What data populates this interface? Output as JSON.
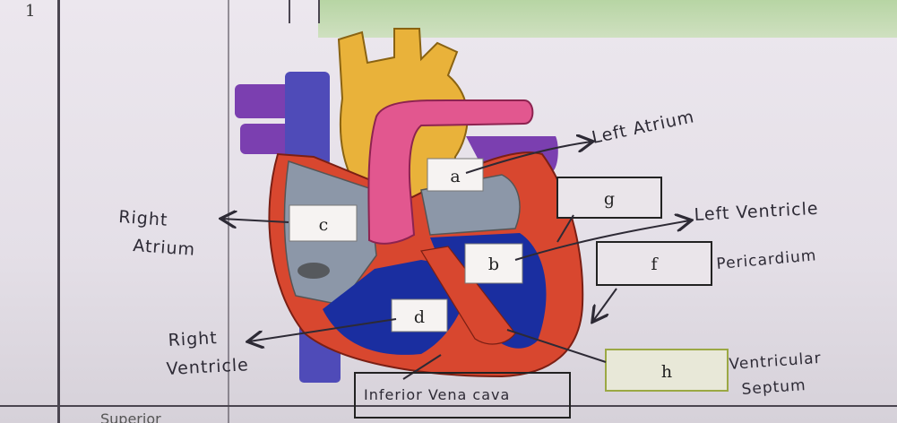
{
  "row_number": "1",
  "bottom_partial_text": "Superior",
  "box_labels": {
    "a": "a",
    "b": "b",
    "c": "c",
    "d": "d",
    "f": "f",
    "g": "g",
    "h": "h"
  },
  "annotations": {
    "left_atrium": "Left Atrium",
    "left_ventricle": "Left Ventricle",
    "pericardium": "Pericardium",
    "right_atrium_1": "Right",
    "right_atrium_2": "Atrium",
    "right_ventricle_1": "Right",
    "right_ventricle_2": "Ventricle",
    "inferior_vena_cava": "Inferior Vena cava",
    "ventricular_septum_1": "Ventricular",
    "ventricular_septum_2": "Septum"
  },
  "colors": {
    "aorta": "#e9b23a",
    "pulmonary_artery": "#e2578f",
    "vena_cava": "#4f4bb8",
    "pulmonary_veins": "#7b3fb0",
    "myocardium": "#d8472f",
    "blood_chamber": "#1a2ea0",
    "atria": "#8c97a8",
    "ink": "#2d2a35"
  }
}
